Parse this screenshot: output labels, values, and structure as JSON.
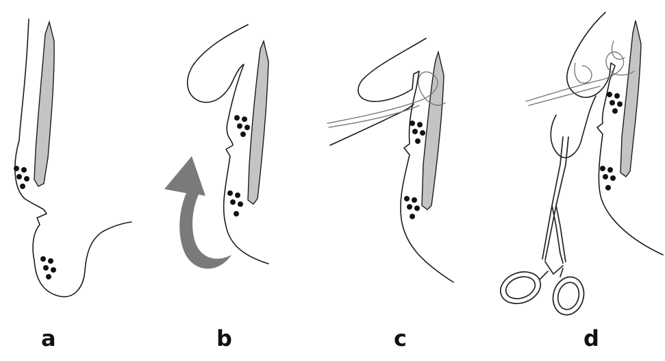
{
  "panels": [
    {
      "id": "a",
      "label": "a"
    },
    {
      "id": "b",
      "label": "b"
    },
    {
      "id": "c",
      "label": "c"
    },
    {
      "id": "d",
      "label": "d"
    }
  ],
  "colors": {
    "outline": "#1a1a1a",
    "bone_fill": "#c4c4c4",
    "arrow": "#7a7a7a",
    "dots": "#111111",
    "thread": "#6f6f6f",
    "background": "#ffffff"
  }
}
